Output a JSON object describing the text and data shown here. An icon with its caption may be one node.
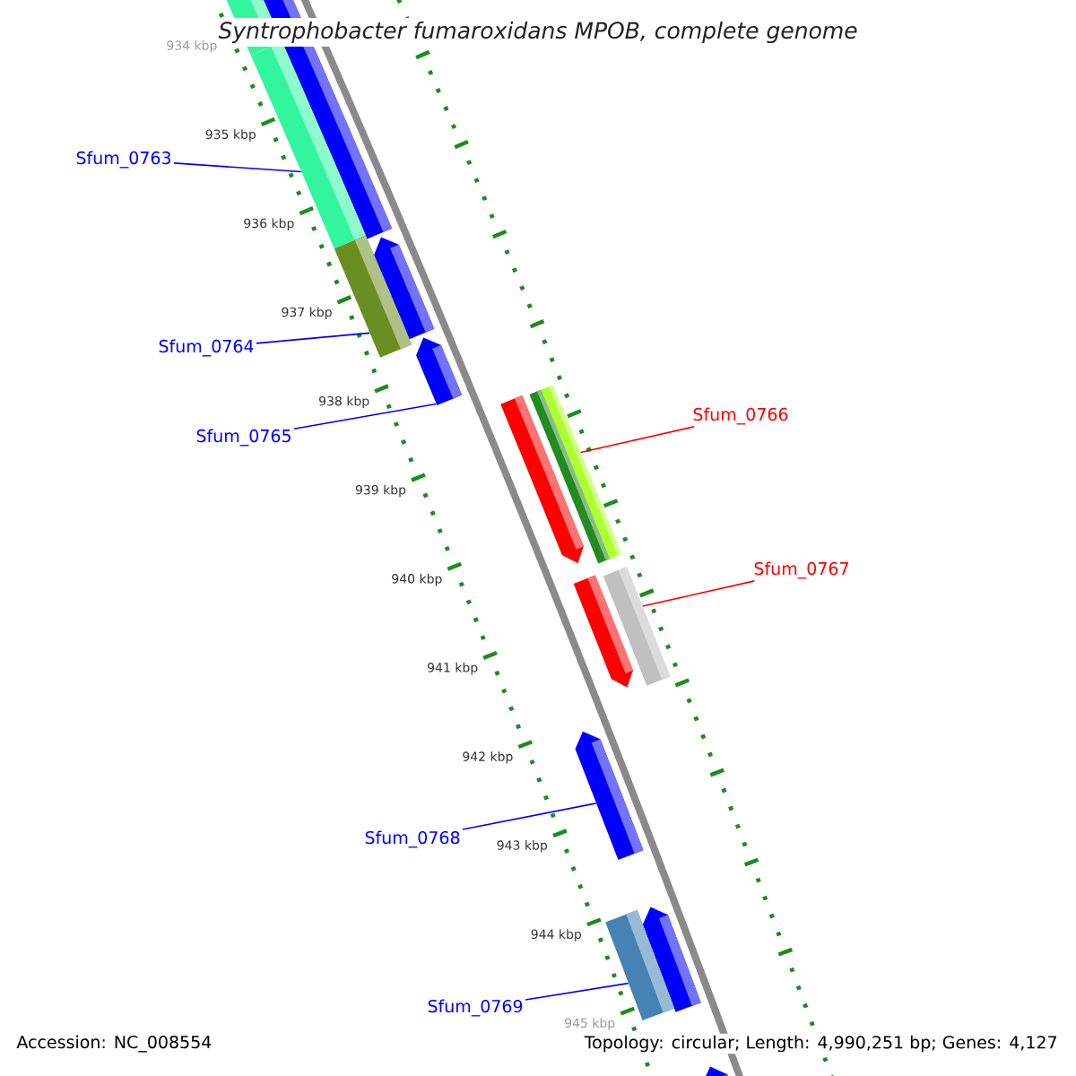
{
  "diagram": {
    "title": "Syntrophobacter fumaroxidans MPOB, complete genome",
    "nodes": [
      {
        "text": [
          "Sfum_0763"
        ]
      },
      {
        "text": [
          "Sfum_0764"
        ]
      },
      {
        "text": [
          "Sfum_0765"
        ]
      },
      {
        "text": [
          "Sfum_0766"
        ]
      },
      {
        "text": [
          "Sfum_0767"
        ]
      },
      {
        "text": [
          "Sfum_0768"
        ]
      },
      {
        "text": [
          "Sfum_0769"
        ]
      },
      {
        "text": [],
        "shape": "bar"
      },
      {
        "text": [],
        "shape": "bar"
      },
      {
        "text": [],
        "shape": "bar"
      },
      {
        "text": [],
        "shape": "bar"
      },
      {
        "text": [],
        "shape": "bar"
      },
      {
        "text": [],
        "shape": "bar"
      },
      {
        "text": [],
        "shape": "bar"
      }
    ],
    "edges": [
      {
        "from": 0,
        "to": 7,
        "arrow": "none"
      },
      {
        "from": 1,
        "to": 8,
        "arrow": "none"
      },
      {
        "from": 2,
        "to": 9,
        "arrow": "none"
      },
      {
        "from": 3,
        "to": 10,
        "arrow": "none",
        "color": "#ff0000"
      },
      {
        "from": 4,
        "to": 11,
        "arrow": "none",
        "color": "#ff0000"
      },
      {
        "from": 5,
        "to": 12,
        "arrow": "none"
      },
      {
        "from": 6,
        "to": 13,
        "arrow": "none"
      }
    ],
    "labels": [
      "934 kbp",
      "935 kbp",
      "936 kbp",
      "937 kbp",
      "938 kbp",
      "939 kbp",
      "940 kbp",
      "941 kbp",
      "942 kbp",
      "943 kbp",
      "944 kbp",
      "945 kbp",
      "Accession: NC_008554",
      "Topology: circular; Length: 4,990,251 bp; Genes: 4,127"
    ]
  }
}
